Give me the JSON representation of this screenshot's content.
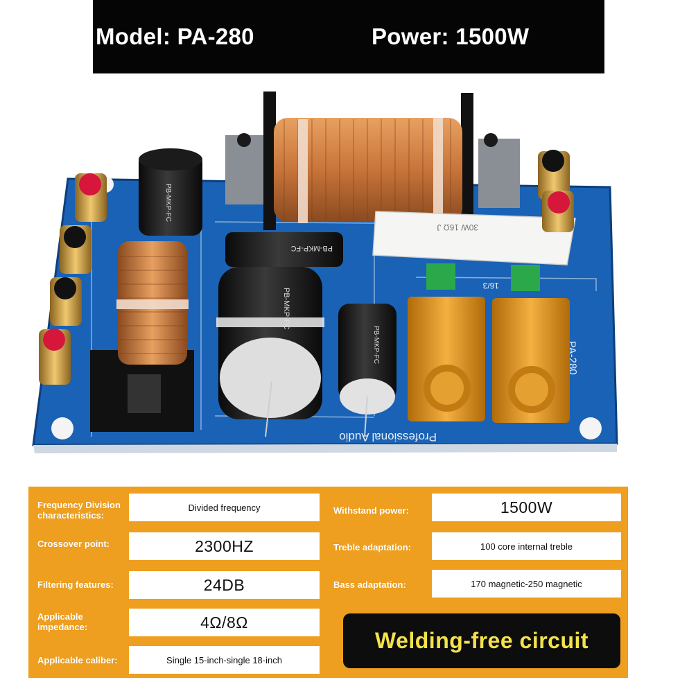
{
  "banner": {
    "model": "Model: PA-280",
    "power": "Power: 1500W"
  },
  "board": {
    "silkscreen_model": "PA-280",
    "silkscreen_brand": "Professional Audio",
    "resistor_label": "30W 16Ω J",
    "terminal_label": "16/3",
    "capacitor_labels": [
      "PB-MKP-FC",
      "PB-MKP-FC",
      "PB-MKP-FC",
      "PB-MKP-FC"
    ],
    "colors": {
      "pcb": "#1e6fc6",
      "copper": "#c87a3a",
      "gold": "#d8a34a",
      "heatsink": "#e0961a",
      "terminal_green": "#2aa84a"
    }
  },
  "specs": {
    "rows": [
      {
        "label": "Frequency Division characteristics:",
        "value": "Divided frequency"
      },
      {
        "label": "Crossover point:",
        "value": "2300HZ"
      },
      {
        "label": "Filtering features:",
        "value": "24DB"
      },
      {
        "label": "Applicable impedance:",
        "value": "4Ω/8Ω"
      },
      {
        "label": "Applicable caliber:",
        "value": "Single 15-inch-single 18-inch"
      }
    ],
    "right_rows": [
      {
        "label": "Withstand power:",
        "value": "1500W"
      },
      {
        "label": "Treble adaptation:",
        "value": "100 core internal treble"
      },
      {
        "label": "Bass adaptation:",
        "value": "170 magnetic-250 magnetic"
      }
    ],
    "highlight": "Welding-free circuit",
    "colors": {
      "panel": "#ee9f1f",
      "highlight_text": "#f4e24b"
    }
  }
}
